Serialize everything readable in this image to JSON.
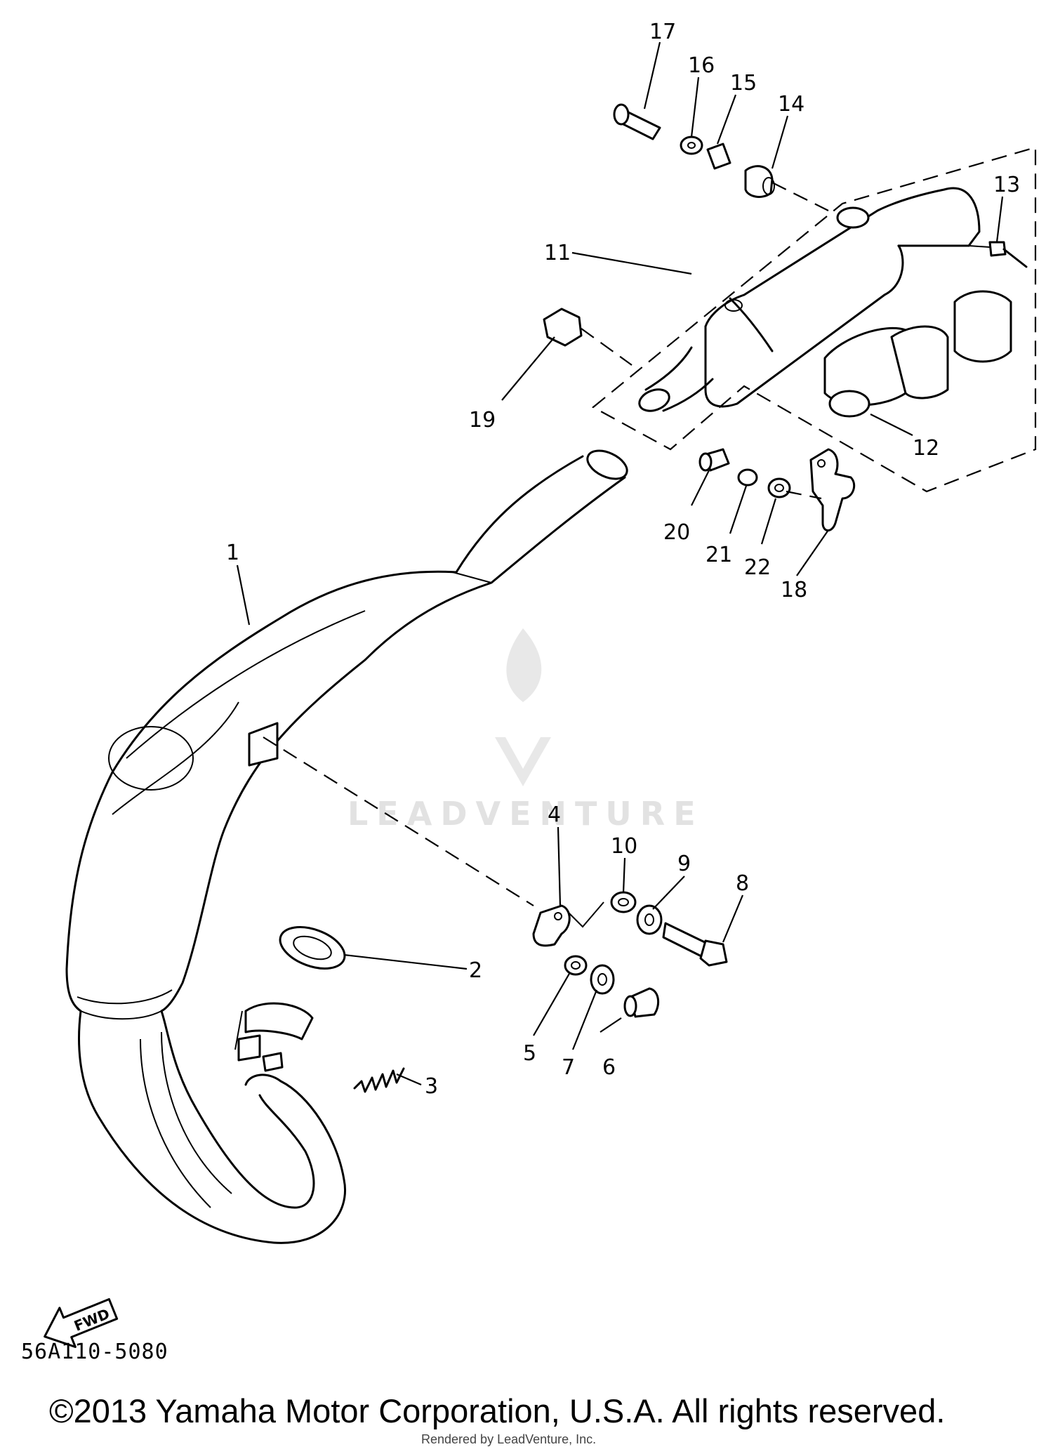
{
  "diagram": {
    "code": "56A110-5080",
    "fwd_label": "FWD",
    "callouts": [
      {
        "id": "1",
        "label": "1"
      },
      {
        "id": "2",
        "label": "2"
      },
      {
        "id": "3",
        "label": "3"
      },
      {
        "id": "4",
        "label": "4"
      },
      {
        "id": "5",
        "label": "5"
      },
      {
        "id": "6",
        "label": "6"
      },
      {
        "id": "7",
        "label": "7"
      },
      {
        "id": "8",
        "label": "8"
      },
      {
        "id": "9",
        "label": "9"
      },
      {
        "id": "10",
        "label": "10"
      },
      {
        "id": "11",
        "label": "11"
      },
      {
        "id": "12",
        "label": "12"
      },
      {
        "id": "13",
        "label": "13"
      },
      {
        "id": "14",
        "label": "14"
      },
      {
        "id": "15",
        "label": "15"
      },
      {
        "id": "16",
        "label": "16"
      },
      {
        "id": "17",
        "label": "17"
      },
      {
        "id": "18",
        "label": "18"
      },
      {
        "id": "19",
        "label": "19"
      },
      {
        "id": "20",
        "label": "20"
      },
      {
        "id": "21",
        "label": "21"
      },
      {
        "id": "22",
        "label": "22"
      }
    ]
  },
  "watermark": {
    "text": "LEADVENTURE"
  },
  "footer": {
    "copyright": "©2013 Yamaha Motor Corporation, U.S.A. All rights reserved.",
    "rendered_by": "Rendered by LeadVenture, Inc."
  }
}
